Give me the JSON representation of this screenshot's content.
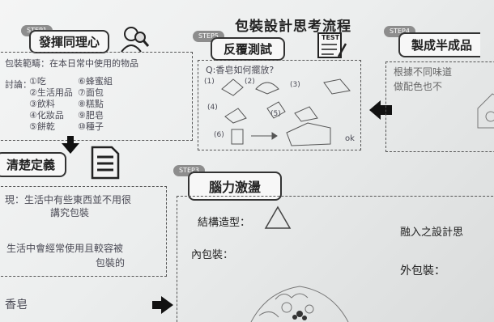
{
  "page": {
    "title": "包裝設計思考流程"
  },
  "steps": {
    "step1": {
      "badge": "STEP1",
      "title": "發揮同理心",
      "topic": "包裝範疇：在本日常中使用的物品",
      "discussion_label": "討論：",
      "items_left": [
        "①吃",
        "②生活用品",
        "③飲料",
        "④化妝品",
        "⑤餅乾"
      ],
      "items_right": [
        "⑥蜂蜜組",
        "⑦面包",
        "⑧糕點",
        "⑨肥皂",
        "⑩種子"
      ]
    },
    "step2": {
      "title": "清楚定義",
      "line1": "現：生活中有些東西並不用很",
      "line2": "講究包裝",
      "line3": "生活中會經常使用且較容被",
      "line4": "包裝的",
      "line5": "香皂"
    },
    "step3": {
      "badge": "STEP3",
      "title": "腦力激盪",
      "structure_label": "結構造型：",
      "inner_label": "內包裝：",
      "design_label": "融入之設計思",
      "outer_label": "外包裝："
    },
    "step4": {
      "badge": "STEP4",
      "title": "製成半成品",
      "note1": "根據不同味道",
      "note2": "做配色也不"
    },
    "step5": {
      "badge": "STEP5",
      "title": "反覆測試",
      "icon_label": "TEST",
      "question": "Q:香皂如何擺放?",
      "labels": [
        "(1)",
        "(2)",
        "(3)",
        "(4)",
        "(5)",
        "(6)"
      ],
      "ok_text": "ok"
    }
  },
  "colors": {
    "badge": "#8d8d8d",
    "ink": "#222222",
    "pencil": "#4a4a55",
    "arrow": "#111111"
  },
  "icons": [
    "person-magnifier-icon",
    "test-clipboard-icon",
    "document-icon",
    "arrow-down-icon",
    "arrow-left-icon",
    "arrow-right-icon",
    "triangle-icon"
  ]
}
